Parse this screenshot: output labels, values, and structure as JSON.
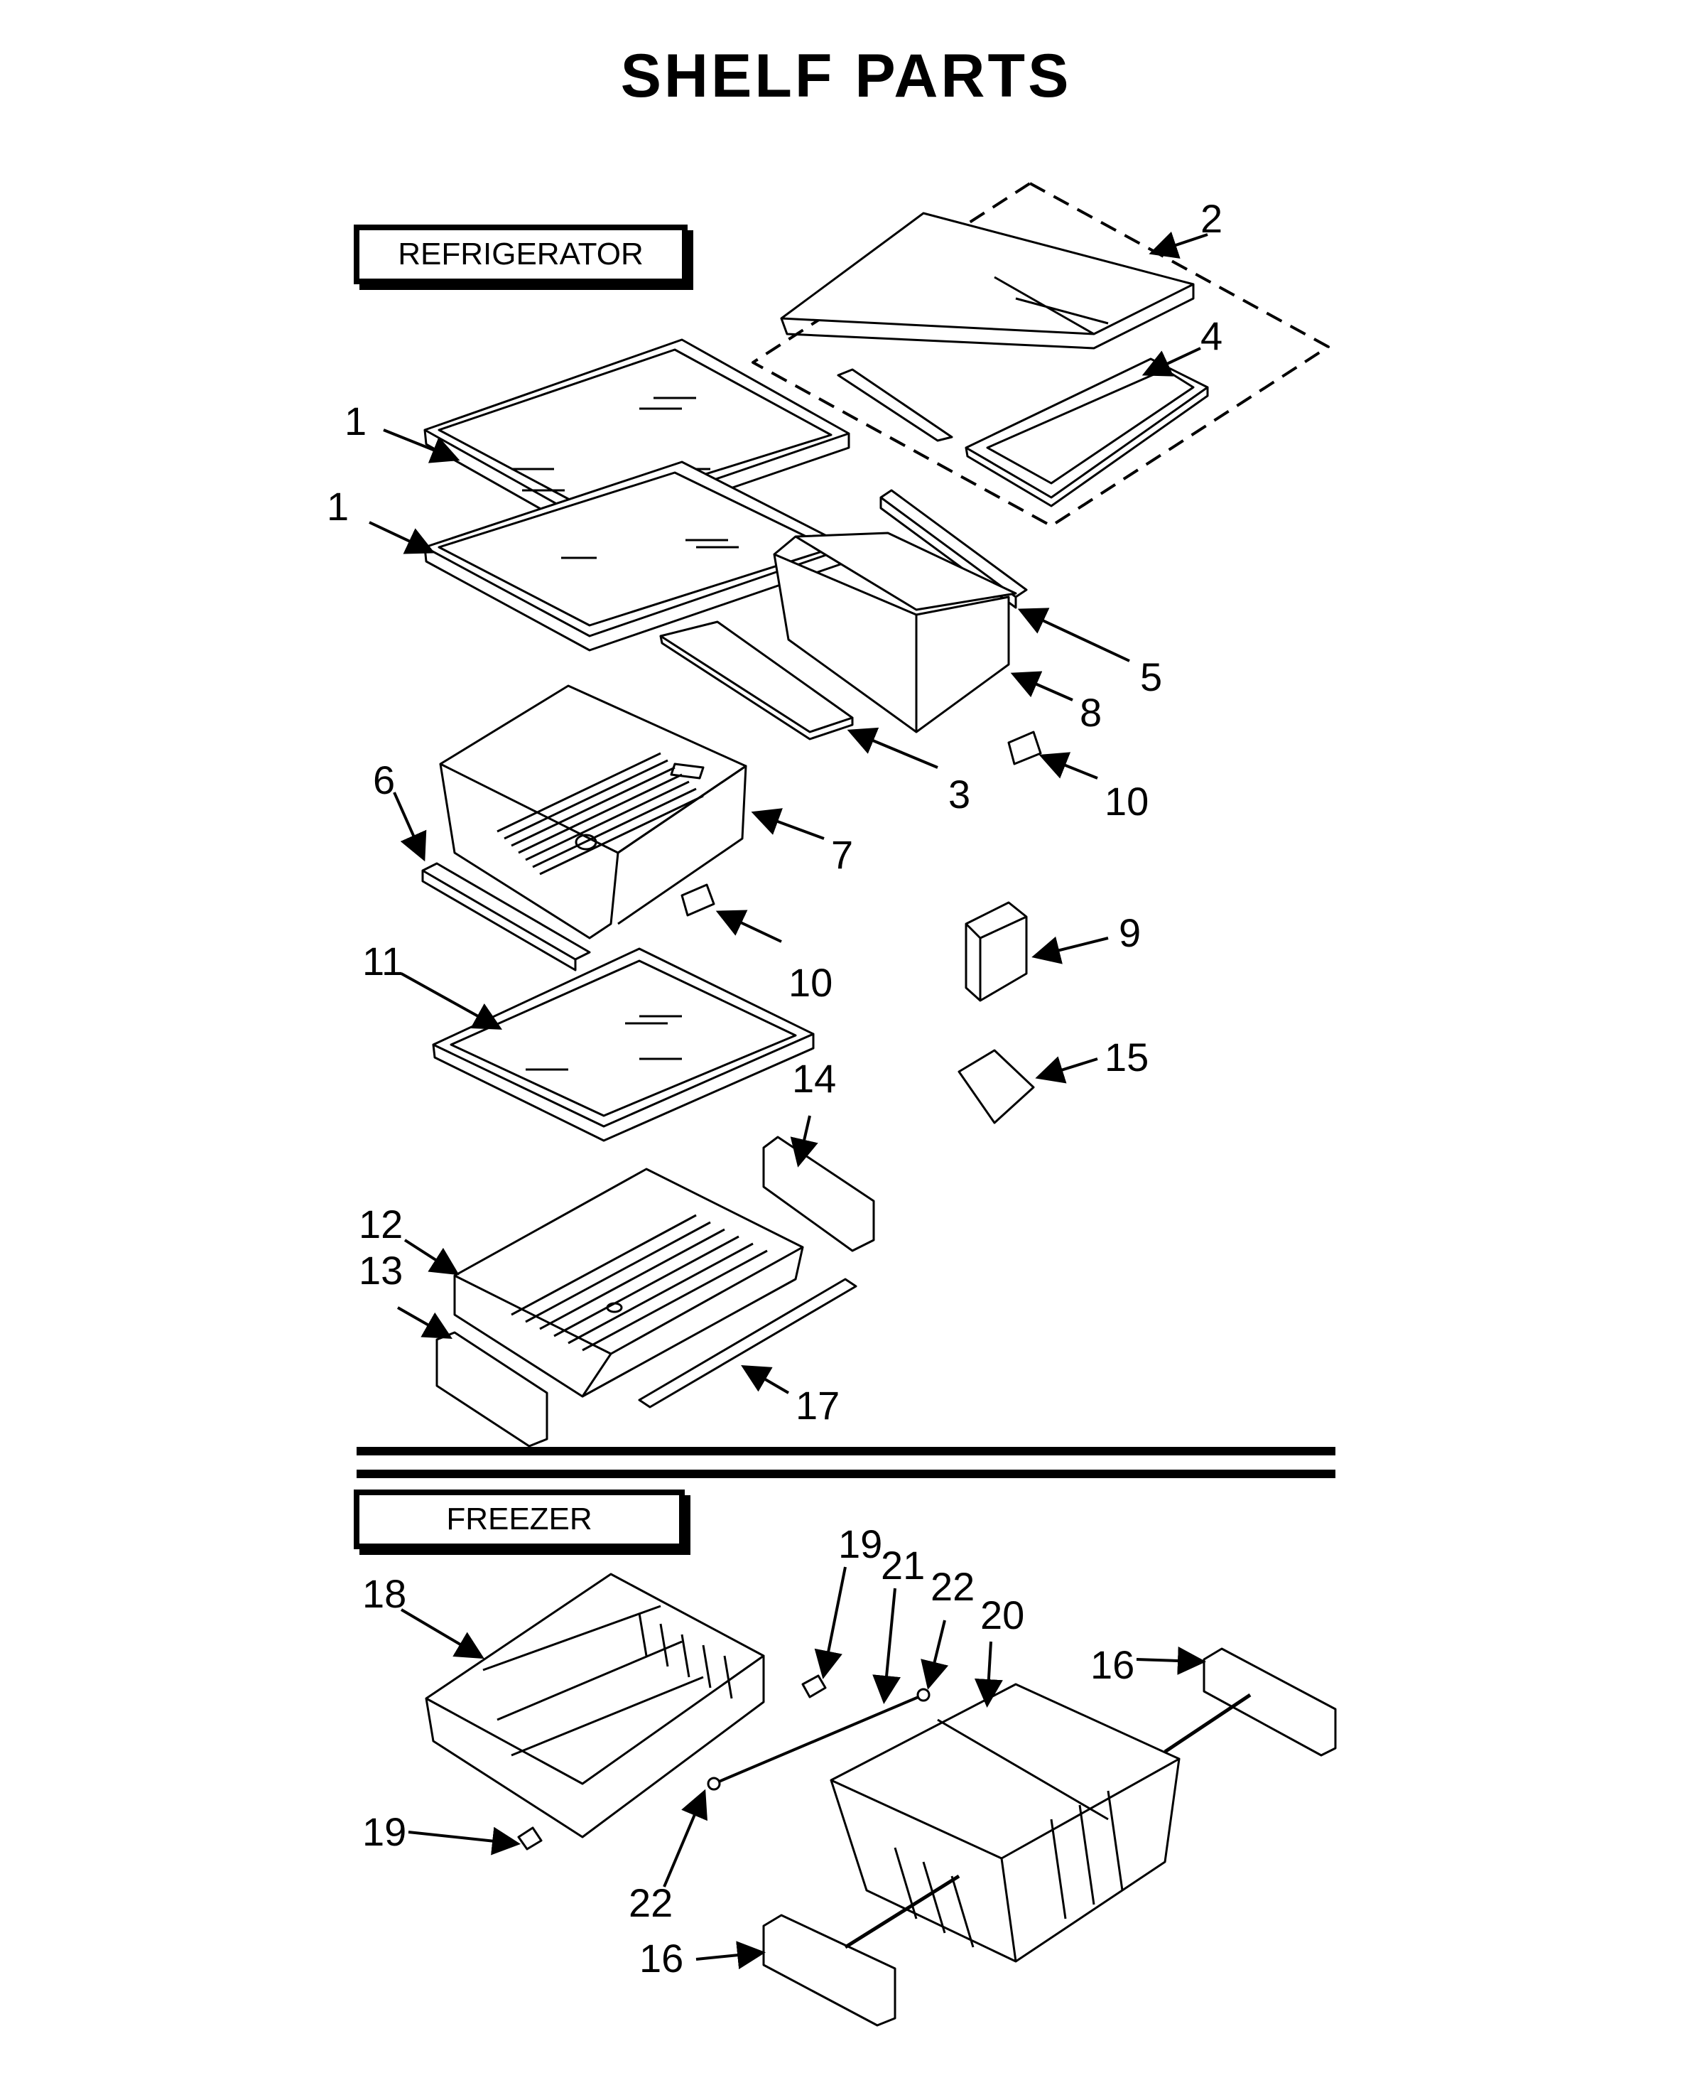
{
  "title": "SHELF PARTS",
  "sections": {
    "refrigerator": "REFRIGERATOR",
    "freezer": "FREEZER"
  },
  "callouts": [
    {
      "id": "c2",
      "text": "2"
    },
    {
      "id": "c4",
      "text": "4"
    },
    {
      "id": "c1a",
      "text": "1"
    },
    {
      "id": "c1b",
      "text": "1"
    },
    {
      "id": "c5",
      "text": "5"
    },
    {
      "id": "c8",
      "text": "8"
    },
    {
      "id": "c3",
      "text": "3"
    },
    {
      "id": "c10a",
      "text": "10"
    },
    {
      "id": "c6",
      "text": "6"
    },
    {
      "id": "c7",
      "text": "7"
    },
    {
      "id": "c10b",
      "text": "10"
    },
    {
      "id": "c9",
      "text": "9"
    },
    {
      "id": "c11",
      "text": "11"
    },
    {
      "id": "c15",
      "text": "15"
    },
    {
      "id": "c14",
      "text": "14"
    },
    {
      "id": "c12",
      "text": "12"
    },
    {
      "id": "c13",
      "text": "13"
    },
    {
      "id": "c17",
      "text": "17"
    },
    {
      "id": "c18",
      "text": "18"
    },
    {
      "id": "c19a",
      "text": "19"
    },
    {
      "id": "c21",
      "text": "21"
    },
    {
      "id": "c22a",
      "text": "22"
    },
    {
      "id": "c20",
      "text": "20"
    },
    {
      "id": "c16a",
      "text": "16"
    },
    {
      "id": "c19b",
      "text": "19"
    },
    {
      "id": "c22b",
      "text": "22"
    },
    {
      "id": "c16b",
      "text": "16"
    }
  ]
}
